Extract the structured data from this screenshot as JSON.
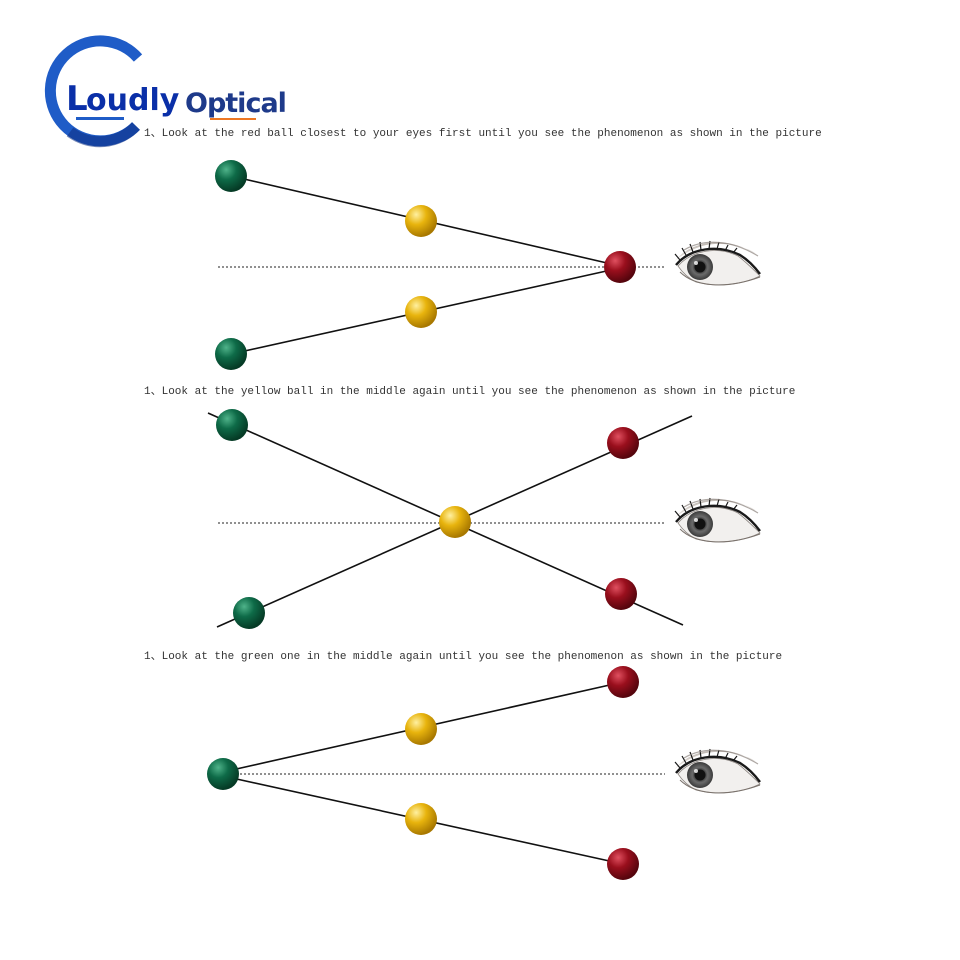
{
  "logo": {
    "brand_part1": "oudly",
    "brand_part2": "Optical",
    "colors": {
      "ring": "#1f5cc7",
      "ring_shadow": "#0d2d80",
      "text1": "#0a2fa8",
      "text2": "#1e3a8a",
      "dot": "#ee7722"
    }
  },
  "instructions": [
    "1、Look at the red ball closest to your eyes first until you see the phenomenon as shown in the picture",
    "1、Look at the yellow ball in the middle again until you see the phenomenon as shown in the picture",
    "1、Look at the green one in the middle again until you see the phenomenon as shown in the picture"
  ],
  "ball_colors": {
    "green": "#0e6b48",
    "yellow": "#e8b40d",
    "red": "#9a0f1d"
  },
  "icons": {
    "eye": "eye-icon"
  }
}
